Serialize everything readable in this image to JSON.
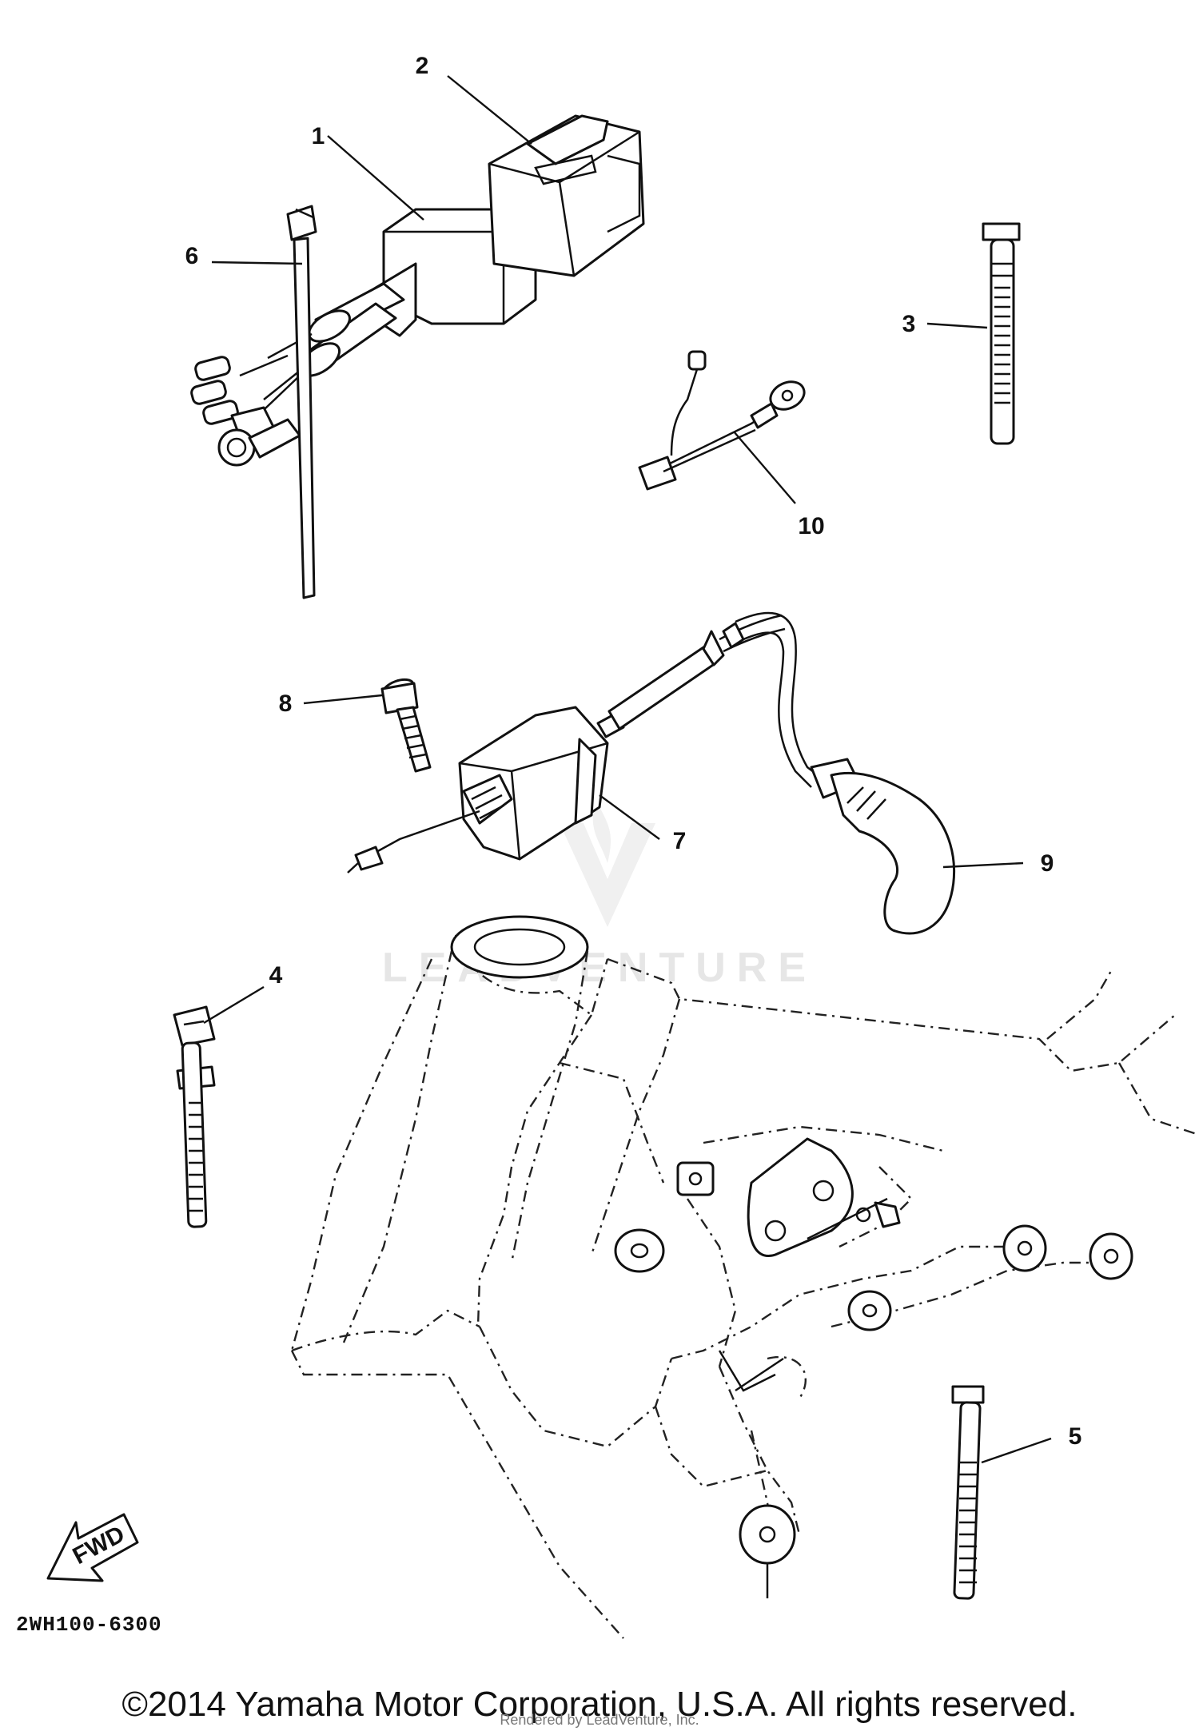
{
  "diagram": {
    "callouts": [
      {
        "id": "1",
        "label": "1"
      },
      {
        "id": "2",
        "label": "2"
      },
      {
        "id": "3",
        "label": "3"
      },
      {
        "id": "4",
        "label": "4"
      },
      {
        "id": "5",
        "label": "5"
      },
      {
        "id": "6",
        "label": "6"
      },
      {
        "id": "7",
        "label": "7"
      },
      {
        "id": "8",
        "label": "8"
      },
      {
        "id": "9",
        "label": "9"
      },
      {
        "id": "10",
        "label": "10"
      }
    ],
    "fwd_label": "FWD",
    "drawing_code": "2WH100-6300",
    "watermark": "LEADVENTURE"
  },
  "footer": {
    "copyright": "©2014 Yamaha Motor Corporation, U.S.A. All rights reserved.",
    "render_credit": "Rendered by LeadVenture, Inc."
  }
}
